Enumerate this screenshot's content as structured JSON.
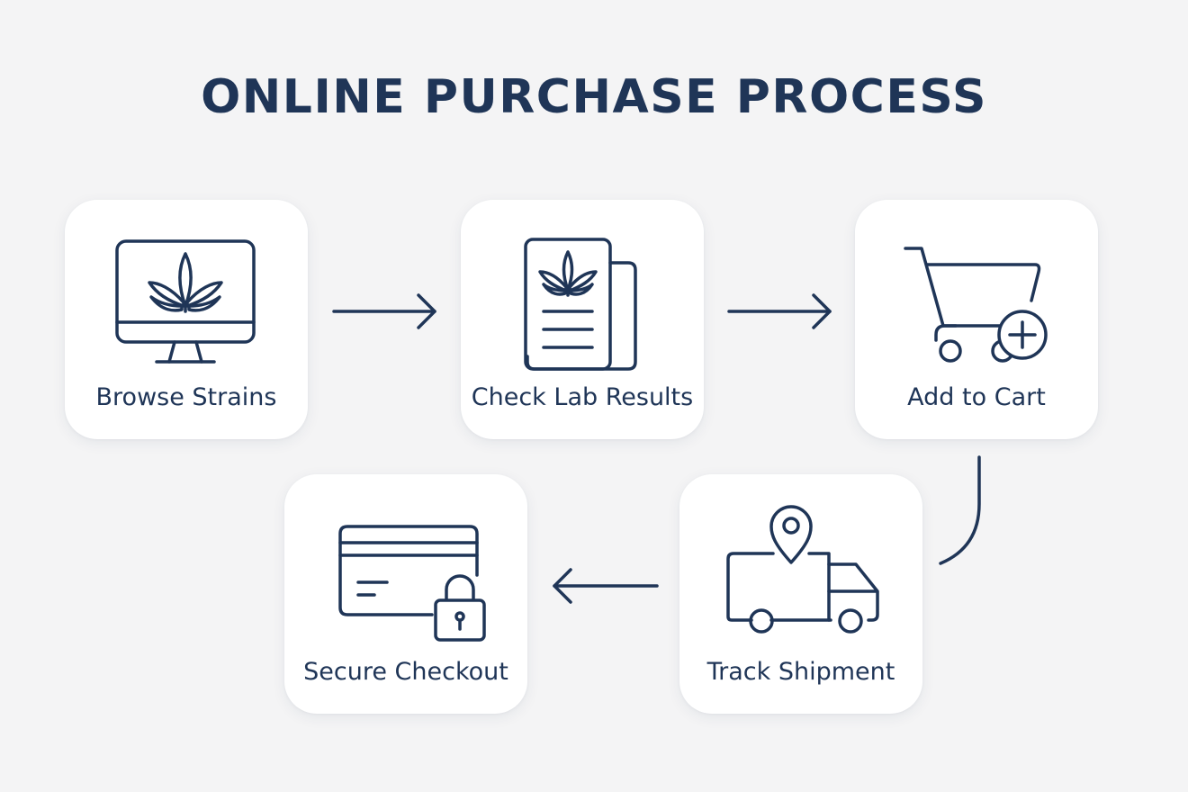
{
  "title": "ONLINE PURCHASE PROCESS",
  "steps": [
    {
      "label": "Browse Strains",
      "icon": "monitor-cannabis-leaf-icon"
    },
    {
      "label": "Check Lab Results",
      "icon": "lab-report-document-icon"
    },
    {
      "label": "Add to Cart",
      "icon": "shopping-cart-add-icon"
    },
    {
      "label": "Track Shipment",
      "icon": "delivery-truck-location-icon"
    },
    {
      "label": "Secure Checkout",
      "icon": "credit-card-lock-icon"
    }
  ],
  "colors": {
    "ink": "#1f3557",
    "card": "#ffffff",
    "background": "#f4f4f5"
  }
}
